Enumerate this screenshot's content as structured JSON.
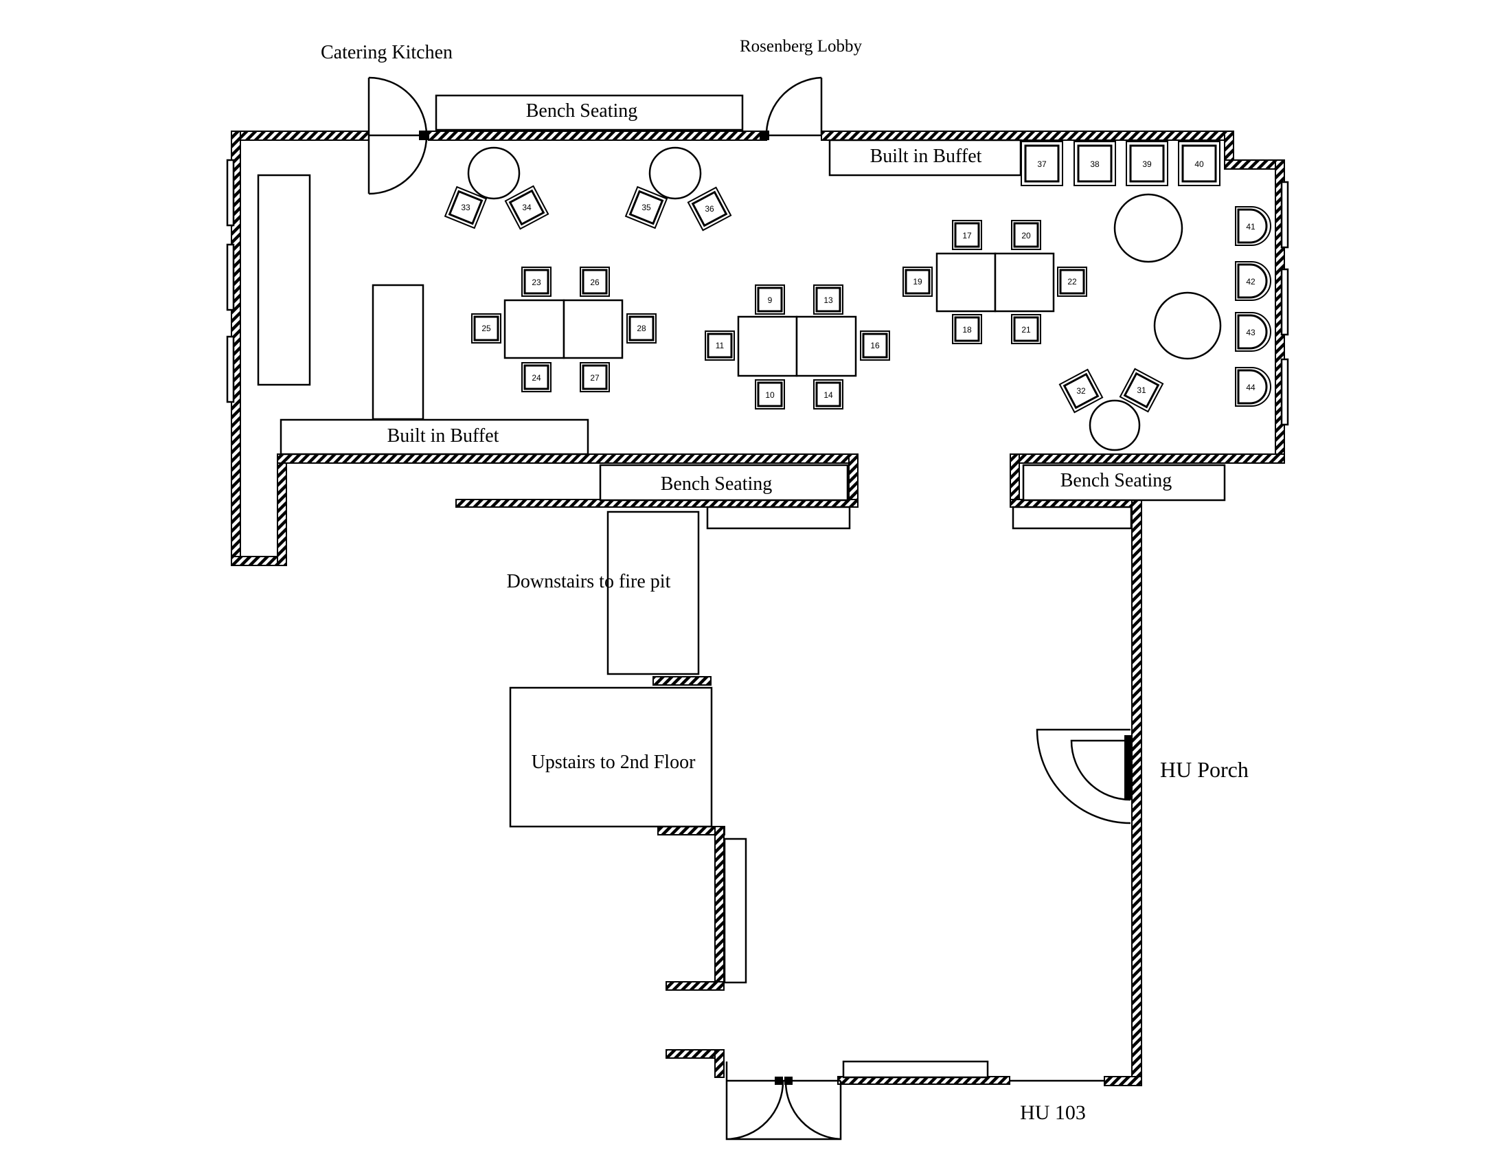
{
  "rooms": {
    "catering_kitchen": "Catering Kitchen",
    "rosenberg_lobby": "Rosenberg Lobby",
    "hu_porch": "HU Porch",
    "hu_103": "HU 103"
  },
  "fixtures": {
    "bench_seating_top": "Bench Seating",
    "built_in_buffet_top": "Built in Buffet",
    "built_in_buffet_left": "Built in Buffet",
    "bench_seating_mid": "Bench Seating",
    "bench_seating_right": "Bench Seating",
    "downstairs": "Downstairs to fire pit",
    "upstairs": "Upstairs to 2nd Floor"
  },
  "seats": {
    "s9": "9",
    "s10": "10",
    "s11": "11",
    "s13": "13",
    "s14": "14",
    "s16": "16",
    "s17": "17",
    "s18": "18",
    "s19": "19",
    "s20": "20",
    "s21": "21",
    "s22": "22",
    "s23": "23",
    "s24": "24",
    "s25": "25",
    "s26": "26",
    "s27": "27",
    "s28": "28",
    "s31": "31",
    "s32": "32",
    "s33": "33",
    "s34": "34",
    "s35": "35",
    "s36": "36",
    "s37": "37",
    "s38": "38",
    "s39": "39",
    "s40": "40",
    "s41": "41",
    "s42": "42",
    "s43": "43",
    "s44": "44"
  }
}
